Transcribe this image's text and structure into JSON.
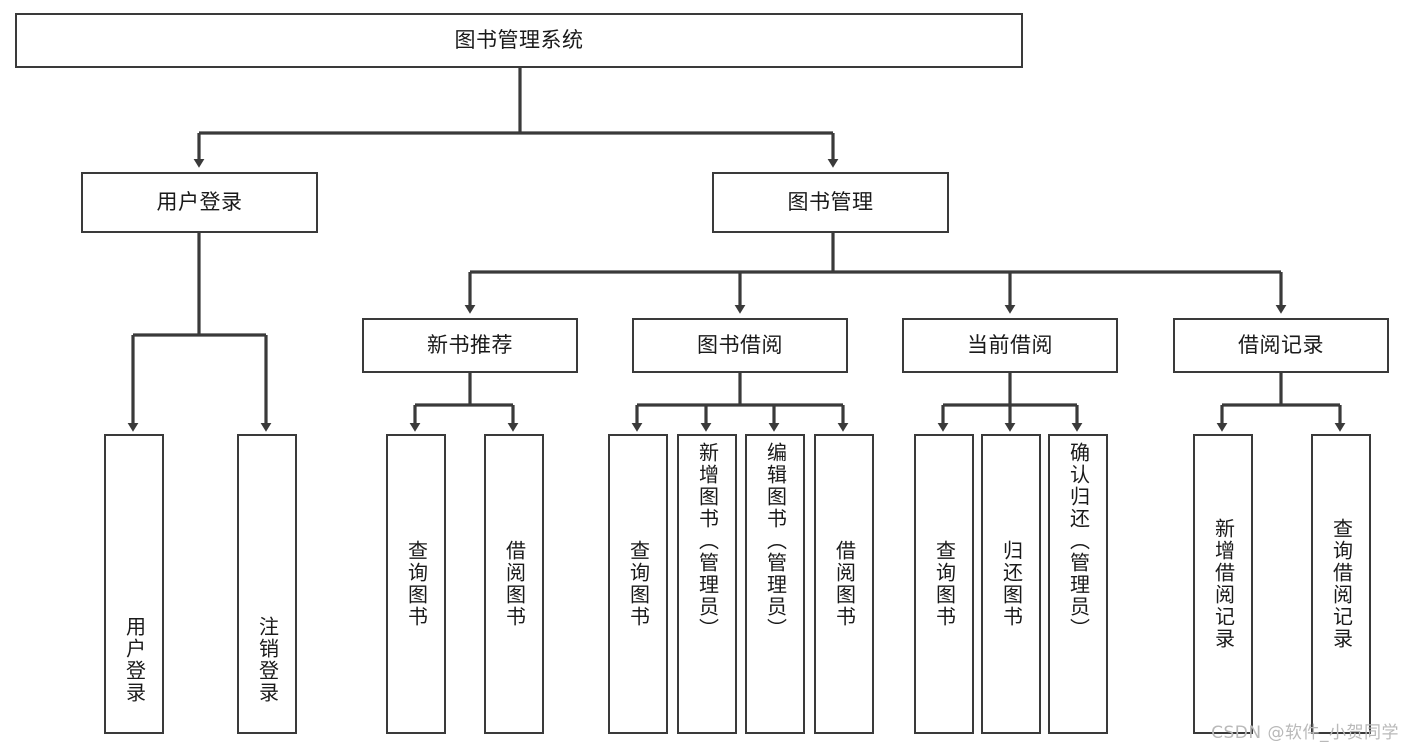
{
  "diagram": {
    "type": "hierarchy-tree",
    "title": "图书管理系统",
    "root": {
      "id": "root",
      "label": "图书管理系统"
    },
    "level2": [
      {
        "id": "user-login",
        "label": "用户登录"
      },
      {
        "id": "book-management",
        "label": "图书管理"
      }
    ],
    "level3": [
      {
        "id": "new-book-recommend",
        "label": "新书推荐",
        "parent": "book-management"
      },
      {
        "id": "book-borrow",
        "label": "图书借阅",
        "parent": "book-management"
      },
      {
        "id": "current-borrow",
        "label": "当前借阅",
        "parent": "book-management"
      },
      {
        "id": "borrow-record",
        "label": "借阅记录",
        "parent": "book-management"
      }
    ],
    "leaves": [
      {
        "id": "leaf-user-login",
        "label": "用户登录",
        "parent": "user-login"
      },
      {
        "id": "leaf-logout-login",
        "label": "注销登录",
        "parent": "user-login"
      },
      {
        "id": "leaf-query-book-1",
        "label": "查询图书",
        "parent": "new-book-recommend"
      },
      {
        "id": "leaf-borrow-book-1",
        "label": "借阅图书",
        "parent": "new-book-recommend"
      },
      {
        "id": "leaf-query-book-2",
        "label": "查询图书",
        "parent": "book-borrow"
      },
      {
        "id": "leaf-add-book",
        "label": "新增图书（管理员）",
        "parent": "book-borrow"
      },
      {
        "id": "leaf-edit-book",
        "label": "编辑图书（管理员）",
        "parent": "book-borrow"
      },
      {
        "id": "leaf-borrow-book-2",
        "label": "借阅图书",
        "parent": "book-borrow"
      },
      {
        "id": "leaf-query-book-3",
        "label": "查询图书",
        "parent": "current-borrow"
      },
      {
        "id": "leaf-return-book",
        "label": "归还图书",
        "parent": "current-borrow"
      },
      {
        "id": "leaf-confirm-return",
        "label": "确认归还（管理员）",
        "parent": "current-borrow"
      },
      {
        "id": "leaf-add-record",
        "label": "新增借阅记录",
        "parent": "borrow-record"
      },
      {
        "id": "leaf-query-record",
        "label": "查询借阅记录",
        "parent": "borrow-record"
      }
    ],
    "colors": {
      "background": "#ffffff",
      "box_border": "#3a3a3a",
      "connector": "#3a3a3a",
      "text": "#1a1a1a",
      "watermark": "#b9b9b9"
    }
  },
  "watermark": {
    "text": "CSDN @软件_小贺同学"
  }
}
